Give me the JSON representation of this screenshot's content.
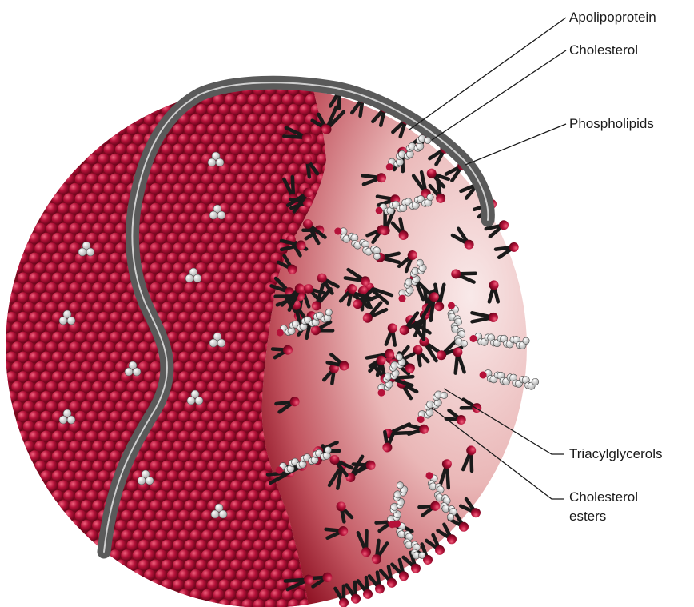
{
  "labels": {
    "apolipoprotein": "Apolipoprotein",
    "cholesterol": "Cholesterol",
    "phospholipids": "Phospholipids",
    "triacylglycerols": "Triacylglycerols",
    "cholesterol_esters_line1": "Cholesterol",
    "cholesterol_esters_line2": "esters"
  },
  "colors": {
    "phospholipid_head": "#b5123a",
    "phospholipid_tail": "#1a1a1a",
    "core_light": "#f8e4e4",
    "core_dark": "#a3182b",
    "apolipoprotein_band": "#5a5a5a",
    "apolipoprotein_highlight": "#cfcfcf",
    "cholesterol_atom": "#e6e6e6"
  },
  "icons": {
    "particle": "lipoprotein-particle-icon",
    "phospholipid": "phospholipid-icon",
    "cholesterol": "cholesterol-molecule-icon"
  }
}
